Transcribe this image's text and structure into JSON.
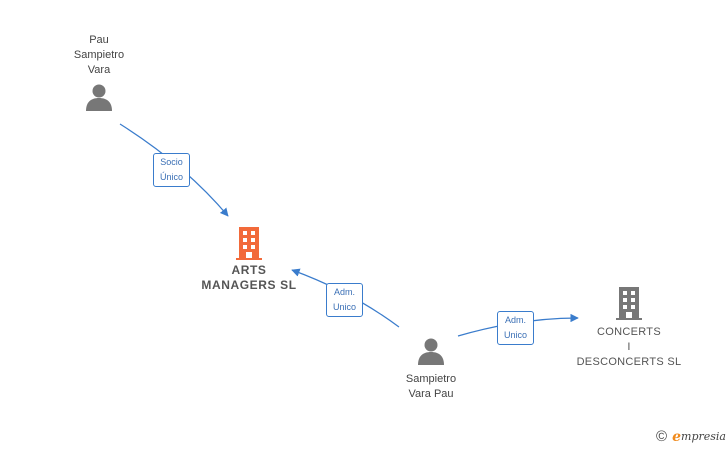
{
  "colors": {
    "edge": "#3a7ccc",
    "person_icon": "#777777",
    "company_icon": "#777777",
    "company_highlight": "#f26a3a",
    "brand_accent": "#f08a1c"
  },
  "nodes": {
    "person_pau": {
      "label": "Pau\nSampietro\nVara",
      "icon": "person-icon"
    },
    "company_arts": {
      "label": "ARTS\nMANAGERS SL",
      "icon": "building-icon"
    },
    "person_sampietro": {
      "label": "Sampietro\nVara Pau",
      "icon": "person-icon"
    },
    "company_concerts": {
      "label": "CONCERTS\nI\nDESCONCERTS SL",
      "icon": "building-icon"
    }
  },
  "edges": {
    "socio_unico": {
      "label": "Socio\nÚnico"
    },
    "adm_unico_arts": {
      "label": "Adm.\nUnico"
    },
    "adm_unico_concerts": {
      "label": "Adm.\nUnico"
    }
  },
  "brand": {
    "copyright": "©",
    "e": "e",
    "rest": "mpresia"
  }
}
